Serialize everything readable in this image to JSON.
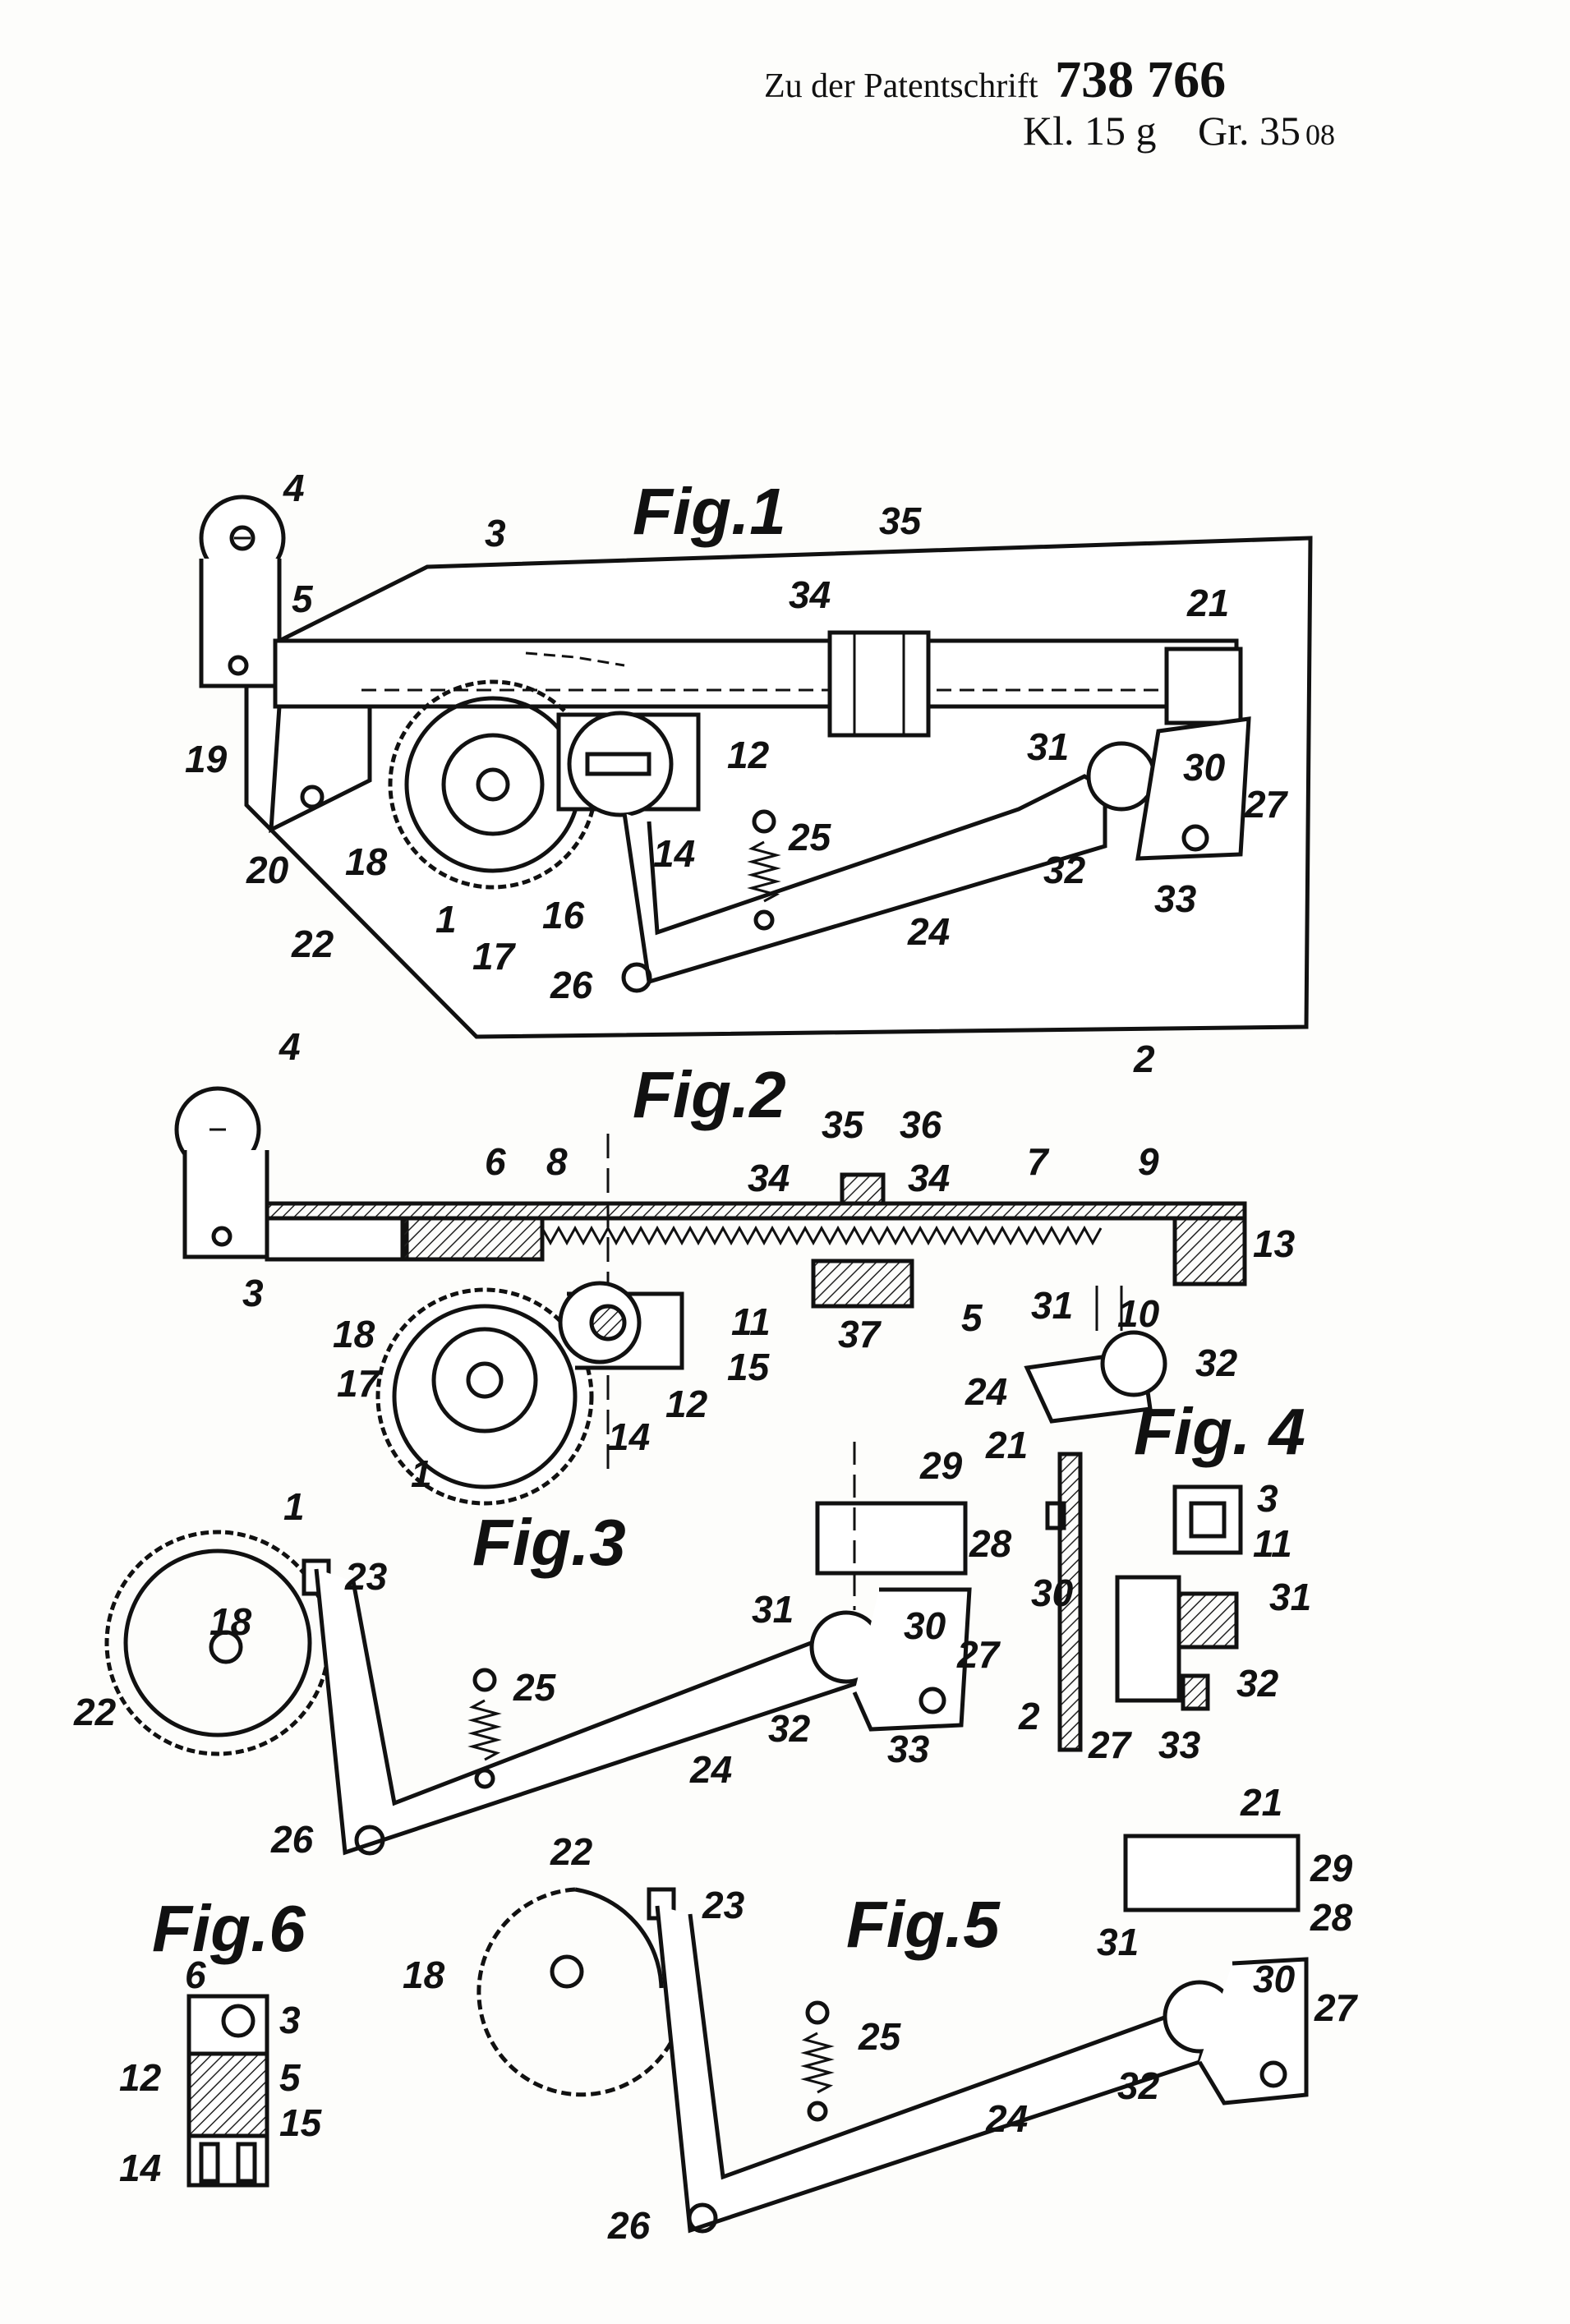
{
  "header": {
    "line1_text": "Zu der Patentschrift",
    "patent_number": "738 766",
    "line2_kl": "Kl. 15 g",
    "line2_gr": "Gr. 35",
    "line2_gr_sub": "08"
  },
  "figures": [
    {
      "title": "Fig.1",
      "labels": [
        "4",
        "3",
        "35",
        "34",
        "21",
        "5",
        "19",
        "31",
        "30",
        "27",
        "12",
        "20",
        "18",
        "25",
        "32",
        "33",
        "22",
        "1",
        "17",
        "16",
        "14",
        "24",
        "26",
        "2"
      ]
    },
    {
      "title": "Fig.2",
      "labels": [
        "4",
        "6",
        "8",
        "35",
        "36",
        "34",
        "34",
        "7",
        "9",
        "13",
        "3",
        "18",
        "17",
        "11",
        "37",
        "5",
        "31",
        "10",
        "32",
        "15",
        "14",
        "12",
        "1",
        "24"
      ]
    },
    {
      "title": "Fig.3",
      "labels": [
        "1",
        "23",
        "18",
        "22",
        "25",
        "31",
        "30",
        "27",
        "32",
        "33",
        "24",
        "26",
        "29",
        "28"
      ]
    },
    {
      "title": "Fig. 4",
      "labels": [
        "21",
        "3",
        "11",
        "30",
        "31",
        "32",
        "2",
        "27",
        "33"
      ]
    },
    {
      "title": "Fig.5",
      "labels": [
        "22",
        "23",
        "18",
        "25",
        "31",
        "30",
        "27",
        "32",
        "24",
        "26",
        "21",
        "29",
        "28"
      ]
    },
    {
      "title": "Fig.6",
      "labels": [
        "6",
        "3",
        "12",
        "5",
        "15",
        "14"
      ]
    }
  ]
}
